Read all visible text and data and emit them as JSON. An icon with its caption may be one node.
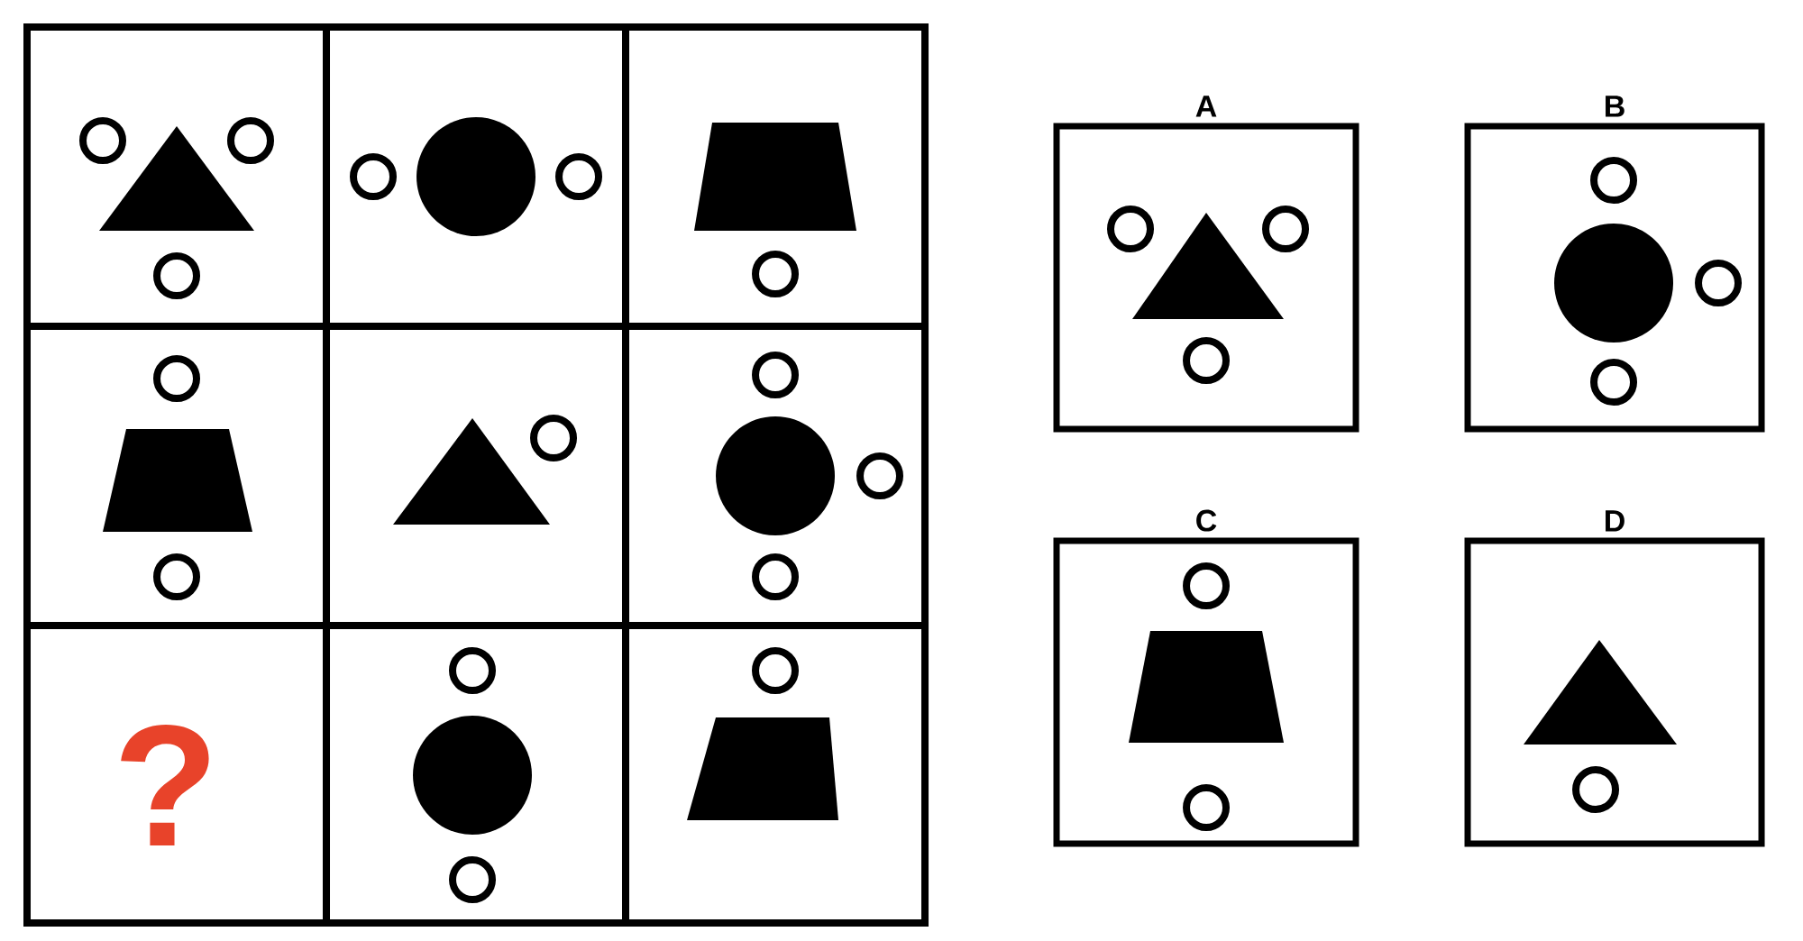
{
  "diagram": {
    "nodes": [
      {
        "text": [],
        "shape": "box"
      },
      {
        "text": [],
        "shape": "box"
      },
      {
        "text": [],
        "shape": "box"
      },
      {
        "text": [],
        "shape": "box"
      },
      {
        "text": [],
        "shape": "box"
      },
      {
        "text": [],
        "shape": "box"
      },
      {
        "text": [
          "?"
        ]
      },
      {
        "text": [],
        "shape": "box"
      },
      {
        "text": [],
        "shape": "box"
      },
      {
        "text": [
          "A"
        ]
      },
      {
        "text": [
          "B"
        ]
      },
      {
        "text": [
          "C"
        ]
      },
      {
        "text": [
          "D"
        ]
      }
    ]
  }
}
